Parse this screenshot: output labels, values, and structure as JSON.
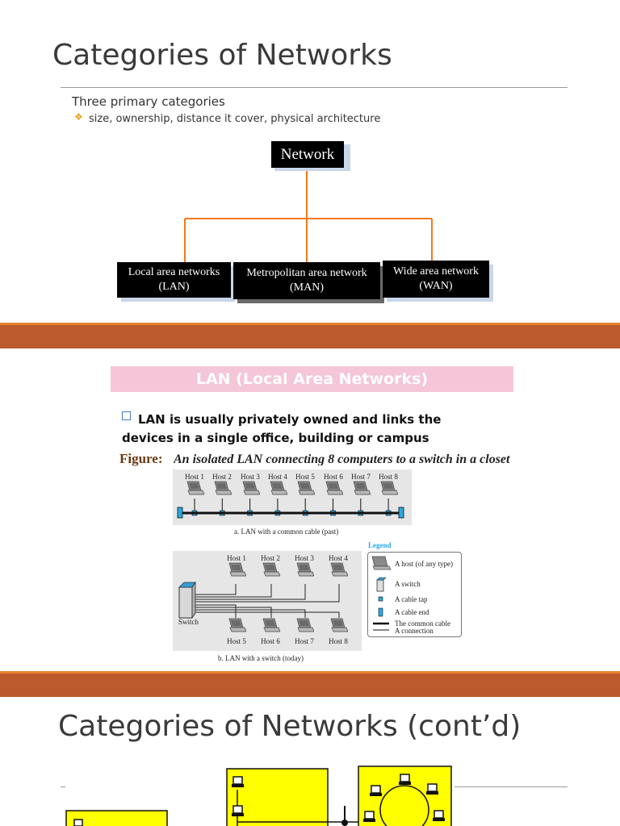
{
  "slide1": {
    "title": "Categories of Networks",
    "bullet_main": "Three primary categories",
    "bullet_sub": "size, ownership, distance it cover, physical architecture",
    "root": "Network",
    "children": [
      {
        "line1": "Local area networks",
        "line2": "(LAN)"
      },
      {
        "line1": "Metropolitan area network",
        "line2": "(MAN)"
      },
      {
        "line1": "Wide area network",
        "line2": "(WAN)"
      }
    ]
  },
  "slide2": {
    "header": "LAN (Local Area Networks)",
    "point_line1": "LAN is usually privately owned and links the",
    "point_line2": "devices in a single office, building or campus",
    "figure_label": "Figure:",
    "figure_caption": "An isolated LAN connecting 8 computers to a switch in a closet",
    "hosts_a": [
      "Host 1",
      "Host 2",
      "Host 3",
      "Host 4",
      "Host 5",
      "Host 6",
      "Host 7",
      "Host 8"
    ],
    "caption_a": "a. LAN with a common cable (past)",
    "hosts_b_top": [
      "Host 1",
      "Host 2",
      "Host 3",
      "Host 4"
    ],
    "hosts_b_bottom": [
      "Host 5",
      "Host 6",
      "Host 7",
      "Host 8"
    ],
    "switch_label": "Switch",
    "caption_b": "b. LAN with a switch (today)",
    "legend": {
      "title": "Legend",
      "items": [
        "A host (of any type)",
        "A switch",
        "A cable tap",
        "A cable end",
        "The common cable",
        "A connection"
      ]
    }
  },
  "slide3": {
    "title": "Categories of Networks (cont’d)"
  },
  "colors": {
    "separator": "#bb5a2c",
    "separator_highlight": "#e8832f",
    "connector": "#f07a1a",
    "header_pink": "#f4c6d8",
    "figure_bg": "#e6e6e6",
    "tap_blue": "#29a8e0",
    "yellow": "#ffff00"
  }
}
